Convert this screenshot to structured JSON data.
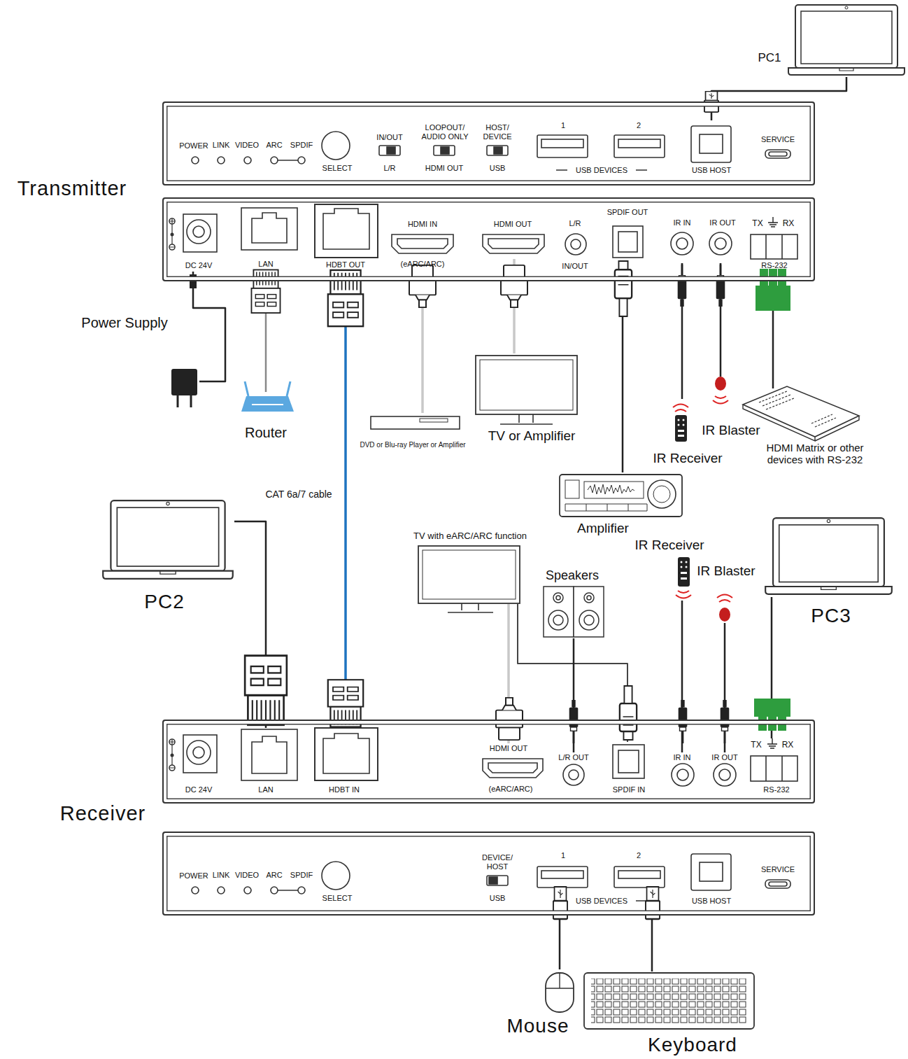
{
  "diagram": {
    "nodes": [
      {
        "text": [
          "PC1"
        ]
      },
      {
        "text": [
          "POWER",
          "LINK",
          "VIDEO",
          "ARC",
          "SPDIF",
          "SELECT",
          "IN/OUT",
          "L/R",
          "LOOPOUT/ AUDIO ONLY",
          "HDMI OUT",
          "HOST/ DEVICE",
          "USB",
          "1",
          "2",
          "USB DEVICES",
          "SERVICE"
        ]
      },
      {
        "text": [
          "USB HOST"
        ],
        "in": 1
      },
      {
        "text": [
          "Transmitter",
          "L/R",
          "IN/OUT"
        ]
      },
      {
        "text": [
          "DC 24V"
        ],
        "in": 3
      },
      {
        "text": [
          "LAN"
        ],
        "in": 3
      },
      {
        "text": [
          "HDBT OUT"
        ],
        "in": 3
      },
      {
        "text": [
          "HDMI IN",
          "(eARC/ARC)"
        ],
        "in": 3
      },
      {
        "text": [
          "HDMI OUT"
        ],
        "in": 3
      },
      {
        "text": [
          "SPDIF OUT"
        ],
        "in": 3
      },
      {
        "text": [
          "IR IN"
        ],
        "in": 3
      },
      {
        "text": [
          "IR OUT"
        ],
        "in": 3
      },
      {
        "text": [
          "TX",
          "RX",
          "RS-232"
        ],
        "in": 3
      },
      {
        "text": [
          "Power Supply"
        ]
      },
      {
        "text": [
          "Router"
        ]
      },
      {
        "text": [
          "DVD or Blu-ray Player or Amplifier"
        ]
      },
      {
        "text": [
          "TV or Amplifier"
        ]
      },
      {
        "text": [
          "Amplifier"
        ]
      },
      {
        "text": [
          "IR Receiver"
        ]
      },
      {
        "text": [
          "IR Blaster"
        ]
      },
      {
        "text": [
          "HDMI Matrix or other devices with RS-232"
        ]
      },
      {
        "text": [
          "PC2"
        ]
      },
      {
        "text": [
          "TV with eARC/ARC function"
        ]
      },
      {
        "text": [
          "Speakers"
        ]
      },
      {
        "text": [
          "IR Receiver"
        ]
      },
      {
        "text": [
          "IR Blaster"
        ]
      },
      {
        "text": [
          "PC3"
        ]
      },
      {
        "text": [
          "Receiver"
        ]
      },
      {
        "text": [
          "DC 24V"
        ],
        "in": 27
      },
      {
        "text": [
          "LAN"
        ],
        "in": 27
      },
      {
        "text": [
          "HDBT IN"
        ],
        "in": 27
      },
      {
        "text": [
          "HDMI OUT",
          "(eARC/ARC)"
        ],
        "in": 27
      },
      {
        "text": [
          "L/R OUT"
        ],
        "in": 27
      },
      {
        "text": [
          "SPDIF IN"
        ],
        "in": 27
      },
      {
        "text": [
          "IR IN"
        ],
        "in": 27
      },
      {
        "text": [
          "IR OUT"
        ],
        "in": 27
      },
      {
        "text": [
          "TX",
          "RX",
          "RS-232"
        ],
        "in": 27
      },
      {
        "text": [
          "POWER",
          "LINK",
          "VIDEO",
          "ARC",
          "SPDIF",
          "SELECT",
          "DEVICE/ HOST",
          "USB",
          "USB DEVICES",
          "USB HOST",
          "SERVICE"
        ]
      },
      {
        "text": [
          "1"
        ],
        "in": 37
      },
      {
        "text": [
          "2"
        ],
        "in": 37
      },
      {
        "text": [
          "Mouse"
        ]
      },
      {
        "text": [
          "Keyboard"
        ]
      }
    ],
    "edges": [
      {
        "from": 2,
        "to": 0,
        "arrow": "none"
      },
      {
        "from": 4,
        "to": 13,
        "arrow": "none"
      },
      {
        "from": 5,
        "to": 14,
        "arrow": "none"
      },
      {
        "from": 6,
        "to": 30,
        "label": "CAT 6a/7 cable",
        "arrow": "none"
      },
      {
        "from": 7,
        "to": 15,
        "arrow": "none"
      },
      {
        "from": 8,
        "to": 16,
        "arrow": "none"
      },
      {
        "from": 9,
        "to": 17,
        "arrow": "none"
      },
      {
        "from": 10,
        "to": 18,
        "arrow": "none"
      },
      {
        "from": 11,
        "to": 19,
        "arrow": "none"
      },
      {
        "from": 12,
        "to": 20,
        "arrow": "none"
      },
      {
        "from": 29,
        "to": 21,
        "arrow": "none"
      },
      {
        "from": 31,
        "to": 22,
        "arrow": "none"
      },
      {
        "from": 33,
        "to": 22,
        "arrow": "none"
      },
      {
        "from": 32,
        "to": 23,
        "arrow": "none"
      },
      {
        "from": 34,
        "to": 24,
        "arrow": "none"
      },
      {
        "from": 35,
        "to": 25,
        "arrow": "none"
      },
      {
        "from": 36,
        "to": 26,
        "arrow": "none"
      },
      {
        "from": 38,
        "to": 40,
        "arrow": "none"
      },
      {
        "from": 39,
        "to": 41,
        "arrow": "none"
      }
    ]
  }
}
